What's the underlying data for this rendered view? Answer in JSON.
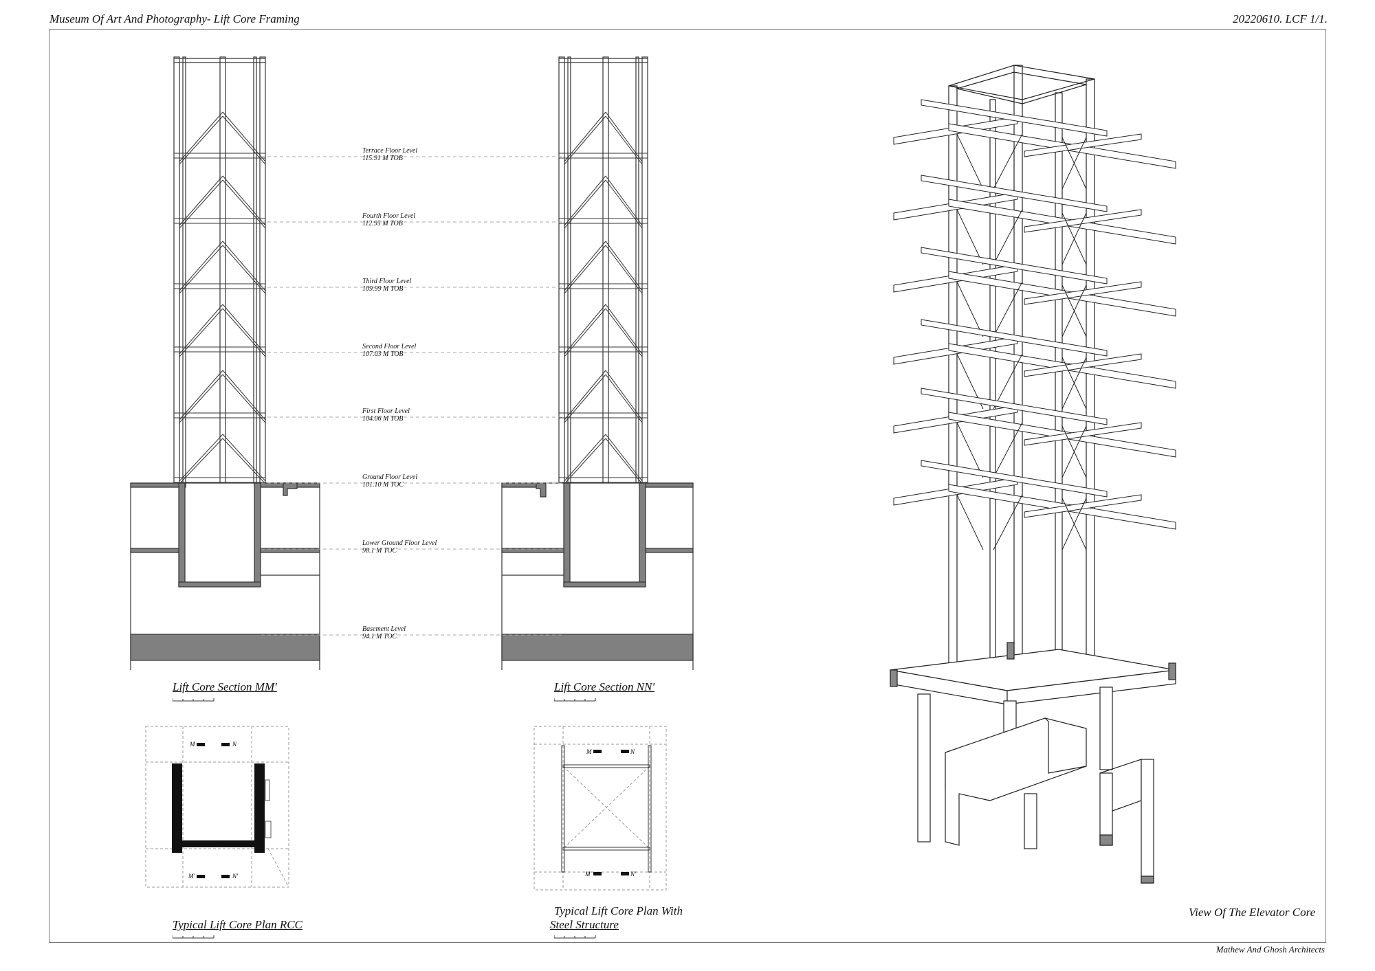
{
  "header": {
    "title": "Museum Of Art And Photography- Lift Core Framing",
    "sheet": "20220610. LCF 1/1."
  },
  "footer": {
    "credit": "Mathew And Ghosh Architects"
  },
  "levels": [
    {
      "name": "Terrace Floor Level",
      "value": "115.91 M TOB"
    },
    {
      "name": "Fourth Floor Level",
      "value": "112.95 M TOB"
    },
    {
      "name": "Third Floor Level",
      "value": "109.99 M TOB"
    },
    {
      "name": "Second Floor Level",
      "value": "107.03 M TOB"
    },
    {
      "name": "First Floor Level",
      "value": "104.06 M TOB"
    },
    {
      "name": "Ground Floor Level",
      "value": "101.10 M TOC"
    },
    {
      "name": "Lower Ground Floor Level",
      "value": "98.1 M TOC"
    },
    {
      "name": "Basement Level",
      "value": "94.1 M TOC"
    }
  ],
  "captions": {
    "section_mm": "Lift Core Section MM'",
    "section_nn": "Lift Core Section NN'",
    "plan_rcc": "Typical Lift Core Plan RCC",
    "plan_steel_line1": "Typical Lift Core Plan With",
    "plan_steel_line2": "Steel Structure",
    "view_core": "View Of  The Elevator Core"
  },
  "plan_markers": {
    "m_top": "M",
    "n_top": "N",
    "m_bottom": "M'",
    "n_bottom": "N'"
  },
  "colors": {
    "line": "#222222",
    "concrete_fill": "#808080",
    "wall_fill": "#111111",
    "dash": "#999999"
  }
}
